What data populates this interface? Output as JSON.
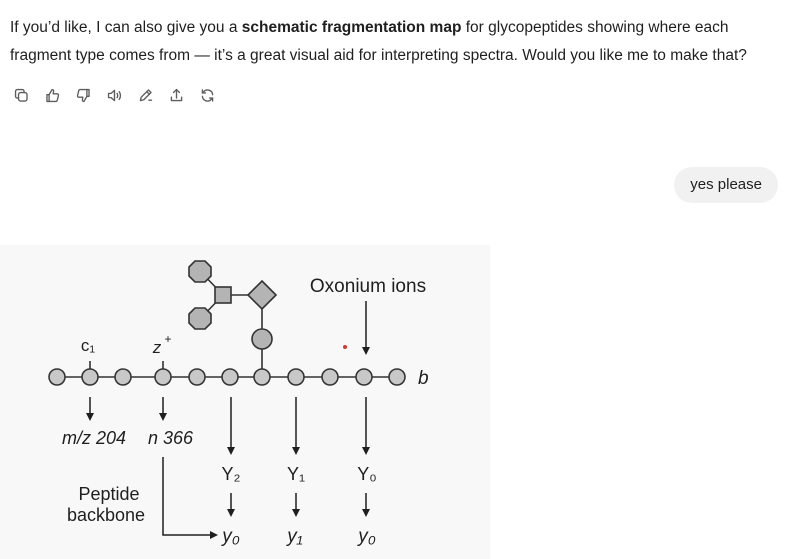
{
  "conversation": {
    "assistant_message": {
      "part1": "If you’d like, I can also give you a ",
      "bold": "schematic fragmentation map",
      "part2": " for glycopeptides showing where each fragment type comes from — it’s a great visual aid for interpreting spectra. Would you like me to make that?"
    },
    "actions": [
      {
        "name": "copy-icon"
      },
      {
        "name": "thumbs-up-icon"
      },
      {
        "name": "thumbs-down-icon"
      },
      {
        "name": "read-aloud-icon"
      },
      {
        "name": "edit-icon"
      },
      {
        "name": "share-icon"
      },
      {
        "name": "regenerate-icon"
      }
    ],
    "user_message": "yes please"
  },
  "figure": {
    "oxonium_label": "Oxonium ions",
    "c1_label": "c₁",
    "z_label": "z",
    "z_sup": "+",
    "b_label": "b",
    "mz_label": "m/z 204",
    "n_label": "n 366",
    "peptide_line1": "Peptide",
    "peptide_line2": "backbone",
    "y2_label": "Y₂",
    "y1_label": "Y₁",
    "y0_label": "Y₀",
    "lower_y0_a": "y₀",
    "lower_y1": "y₁",
    "lower_y0_b": "y₀",
    "colors": {
      "node_fill": "#c8c8c8",
      "node_stroke": "#333333",
      "dot": "#d9352b"
    }
  }
}
